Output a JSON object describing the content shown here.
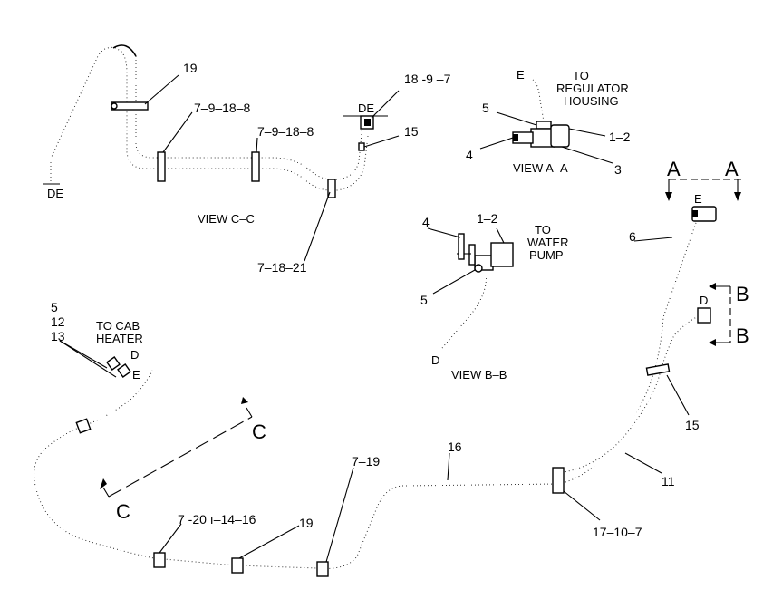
{
  "view_cc": {
    "title": "VIEW C–C",
    "callouts": {
      "c19": "19",
      "c7_9_18_8_a": "7–9–18–8",
      "c7_9_18_8_b": "7–9–18–8",
      "c18_9_7": "18 -9 –7",
      "c15": "15",
      "c7_18_21": "7–18–21",
      "de_left": "DE",
      "de_right": "DE"
    }
  },
  "view_aa": {
    "title": "VIEW A–A",
    "to_line1": "TO",
    "to_line2": "REGULATOR",
    "to_line3": "HOUSING",
    "callouts": {
      "e": "E",
      "c5": "5",
      "c4": "4",
      "c1_2": "1–2",
      "c3": "3"
    }
  },
  "view_bb": {
    "title": "VIEW B–B",
    "to_line1": "TO",
    "to_line2": "WATER",
    "to_line3": "PUMP",
    "callouts": {
      "c4": "4",
      "c1_2": "1–2",
      "c5": "5",
      "d": "D"
    }
  },
  "main_view": {
    "cab_line1": "TO CAB",
    "cab_line2": "HEATER",
    "callouts": {
      "c5": "5",
      "c12": "12",
      "c13": "13",
      "d": "D",
      "e": "E",
      "c6": "6",
      "e_top": "E",
      "d_right": "D",
      "c15": "15",
      "c11": "11",
      "c16": "16",
      "c7_19": "7–19",
      "c19": "19",
      "c7_20": "7 -20 ı–14–16",
      "c17_10_7": "17–10–7"
    },
    "section_marks": {
      "a_left": "A",
      "a_right": "A",
      "b_top": "B",
      "b_bottom": "B",
      "c_upper": "C",
      "c_lower": "C"
    }
  }
}
